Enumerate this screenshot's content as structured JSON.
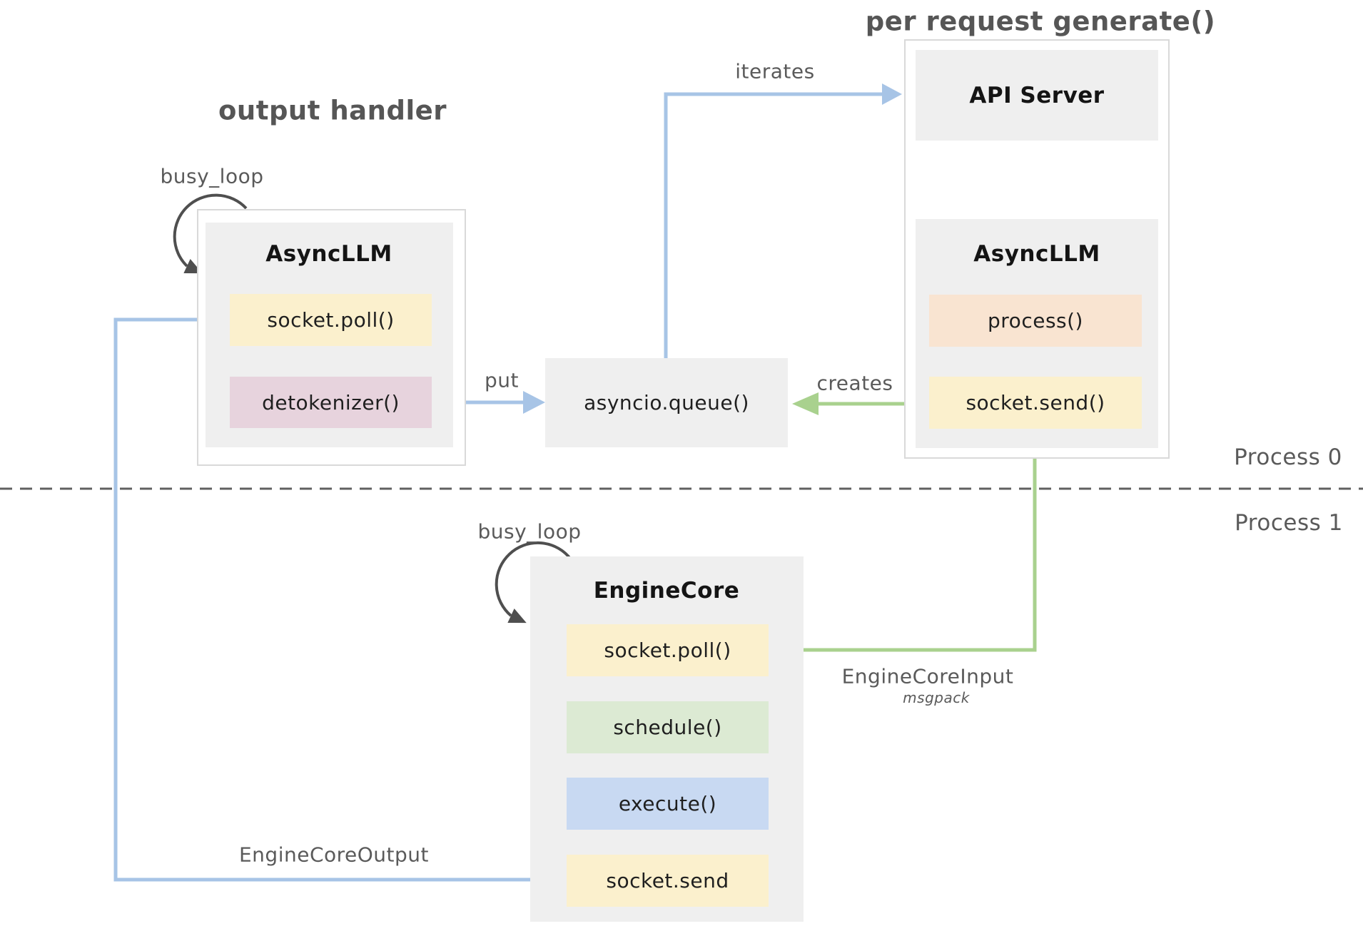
{
  "diagram": {
    "section_titles": {
      "output_handler": "output handler",
      "per_request_generate": "per request generate()"
    },
    "process_labels": {
      "process0": "Process 0",
      "process1": "Process 1"
    },
    "nodes": {
      "left_asyncllm": {
        "title": "AsyncLLM",
        "methods": [
          {
            "label": "socket.poll()",
            "color": "#fbf0cd"
          },
          {
            "label": "detokenizer()",
            "color": "#e7d3dd"
          }
        ]
      },
      "asyncio_queue": {
        "label": "asyncio.queue()"
      },
      "api_server": {
        "title": "API Server"
      },
      "right_asyncllm": {
        "title": "AsyncLLM",
        "methods": [
          {
            "label": "process()",
            "color": "#f9e4d1"
          },
          {
            "label": "socket.send()",
            "color": "#fbf0cd"
          }
        ]
      },
      "engine_core": {
        "title": "EngineCore",
        "methods": [
          {
            "label": "socket.poll()",
            "color": "#fbf0cd"
          },
          {
            "label": "schedule()",
            "color": "#dcead3"
          },
          {
            "label": "execute()",
            "color": "#c8d9f2"
          },
          {
            "label": "socket.send",
            "color": "#fbf0cd"
          }
        ]
      }
    },
    "edge_labels": {
      "busy_loop_top": "busy_loop",
      "busy_loop_bottom": "busy_loop",
      "put": "put",
      "creates": "creates",
      "iterates": "iterates",
      "engine_core_input": "EngineCoreInput",
      "engine_core_input_format": "msgpack",
      "engine_core_output": "EngineCoreOutput"
    },
    "colors": {
      "arrow_blue": "#a7c4e6",
      "arrow_green": "#a9d18e",
      "arrow_dark": "#4f4f4f",
      "node_gray": "#efefef",
      "outer_border": "#d9d9d9",
      "label_gray": "#5a5a5a",
      "method_yellow": "#fbf0cd",
      "method_pink": "#e7d3dd",
      "method_orange": "#f9e4d1",
      "method_green": "#dcead3",
      "method_blue": "#c8d9f2",
      "dashed_line": "#606060"
    }
  }
}
